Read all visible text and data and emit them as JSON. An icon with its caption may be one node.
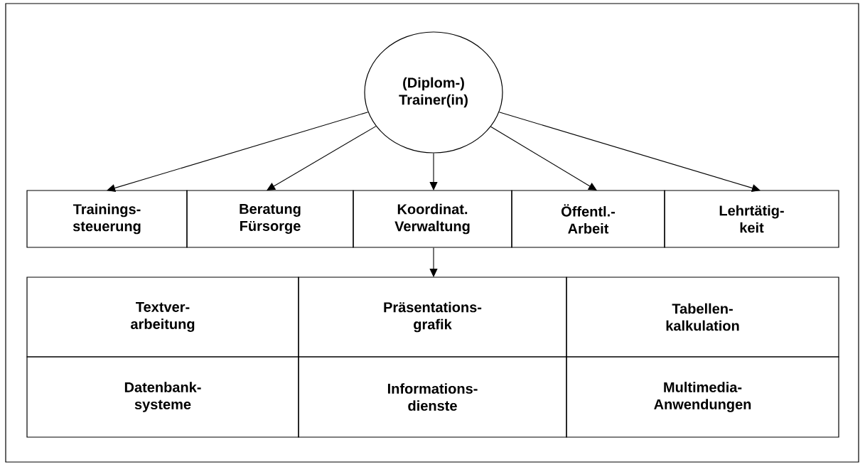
{
  "diagram": {
    "nodes": [
      {
        "text": [
          "(Diplom-) Trainer(in)"
        ]
      },
      {
        "text": [
          "Trainings- steuerung"
        ]
      },
      {
        "text": [
          "Beratung Fürsorge"
        ]
      },
      {
        "text": [
          "Koordinat. Verwaltung"
        ]
      },
      {
        "text": [
          "Öffentl.- Arbeit"
        ]
      },
      {
        "text": [
          "Lehrtätig- keit"
        ]
      },
      {
        "text": [
          "Textver- arbeitung"
        ]
      },
      {
        "text": [
          "Präsentations- grafik"
        ]
      },
      {
        "text": [
          "Tabellen- kalkulation"
        ]
      },
      {
        "text": [
          "Datenbank- systeme"
        ]
      },
      {
        "text": [
          "Informations- dienste"
        ]
      },
      {
        "text": [
          "Multimedia- Anwendungen"
        ]
      }
    ],
    "edges": [
      {
        "from": 0,
        "to": 1,
        "arrow": "to"
      },
      {
        "from": 0,
        "to": 2,
        "arrow": "to"
      },
      {
        "from": 0,
        "to": 3,
        "arrow": "to"
      },
      {
        "from": 0,
        "to": 4,
        "arrow": "to"
      },
      {
        "from": 0,
        "to": 5,
        "arrow": "to"
      },
      {
        "from": 3,
        "to": 7,
        "arrow": "to"
      }
    ]
  }
}
